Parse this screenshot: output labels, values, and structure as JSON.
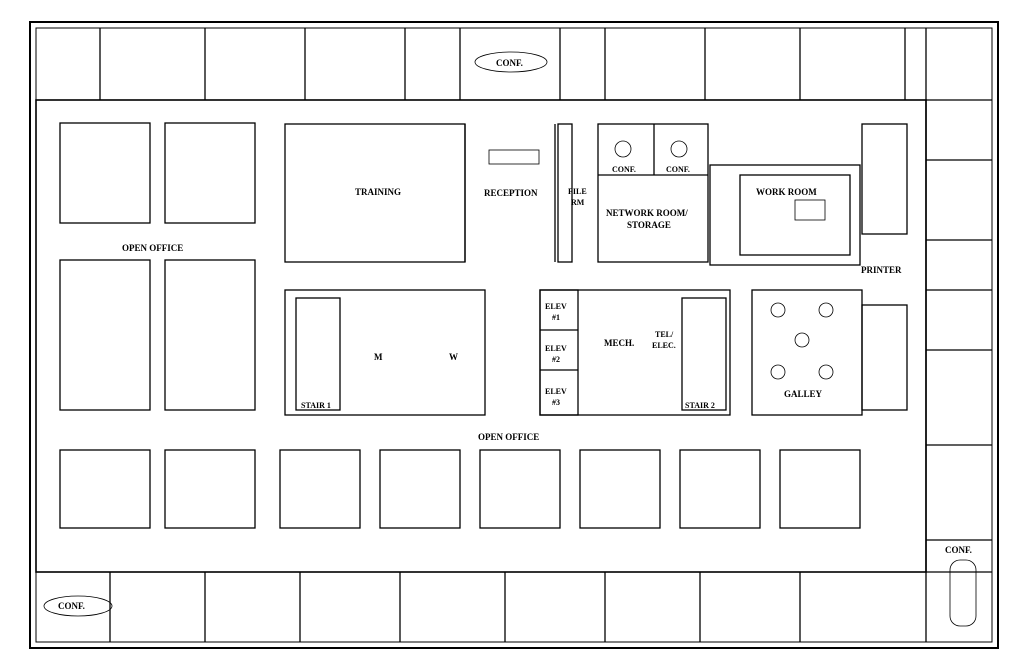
{
  "plan": {
    "labels": {
      "conf_top": "CONF.",
      "conf_bottom_left": "CONF.",
      "conf_right": "CONF.",
      "conf_room_1": "CONF.",
      "conf_room_2": "CONF.",
      "open_office_west": "OPEN OFFICE",
      "open_office_south": "OPEN OFFICE",
      "training": "TRAINING",
      "reception": "RECEPTION",
      "file_rm_1": "FILE",
      "file_rm_2": "RM",
      "network_1": "NETWORK ROOM/",
      "network_2": "STORAGE",
      "work_room": "WORK ROOM",
      "printer": "PRINTER",
      "stair_1": "STAIR 1",
      "stair_2": "STAIR 2",
      "men": "M",
      "women": "W",
      "elev_1a": "ELEV",
      "elev_1b": "#1",
      "elev_2a": "ELEV",
      "elev_2b": "#2",
      "elev_3a": "ELEV",
      "elev_3b": "#3",
      "mech": "MECH.",
      "tel_1": "TEL/",
      "tel_2": "ELEC.",
      "galley": "GALLEY"
    },
    "colors": {
      "line": "#000000",
      "background": "#ffffff"
    }
  }
}
